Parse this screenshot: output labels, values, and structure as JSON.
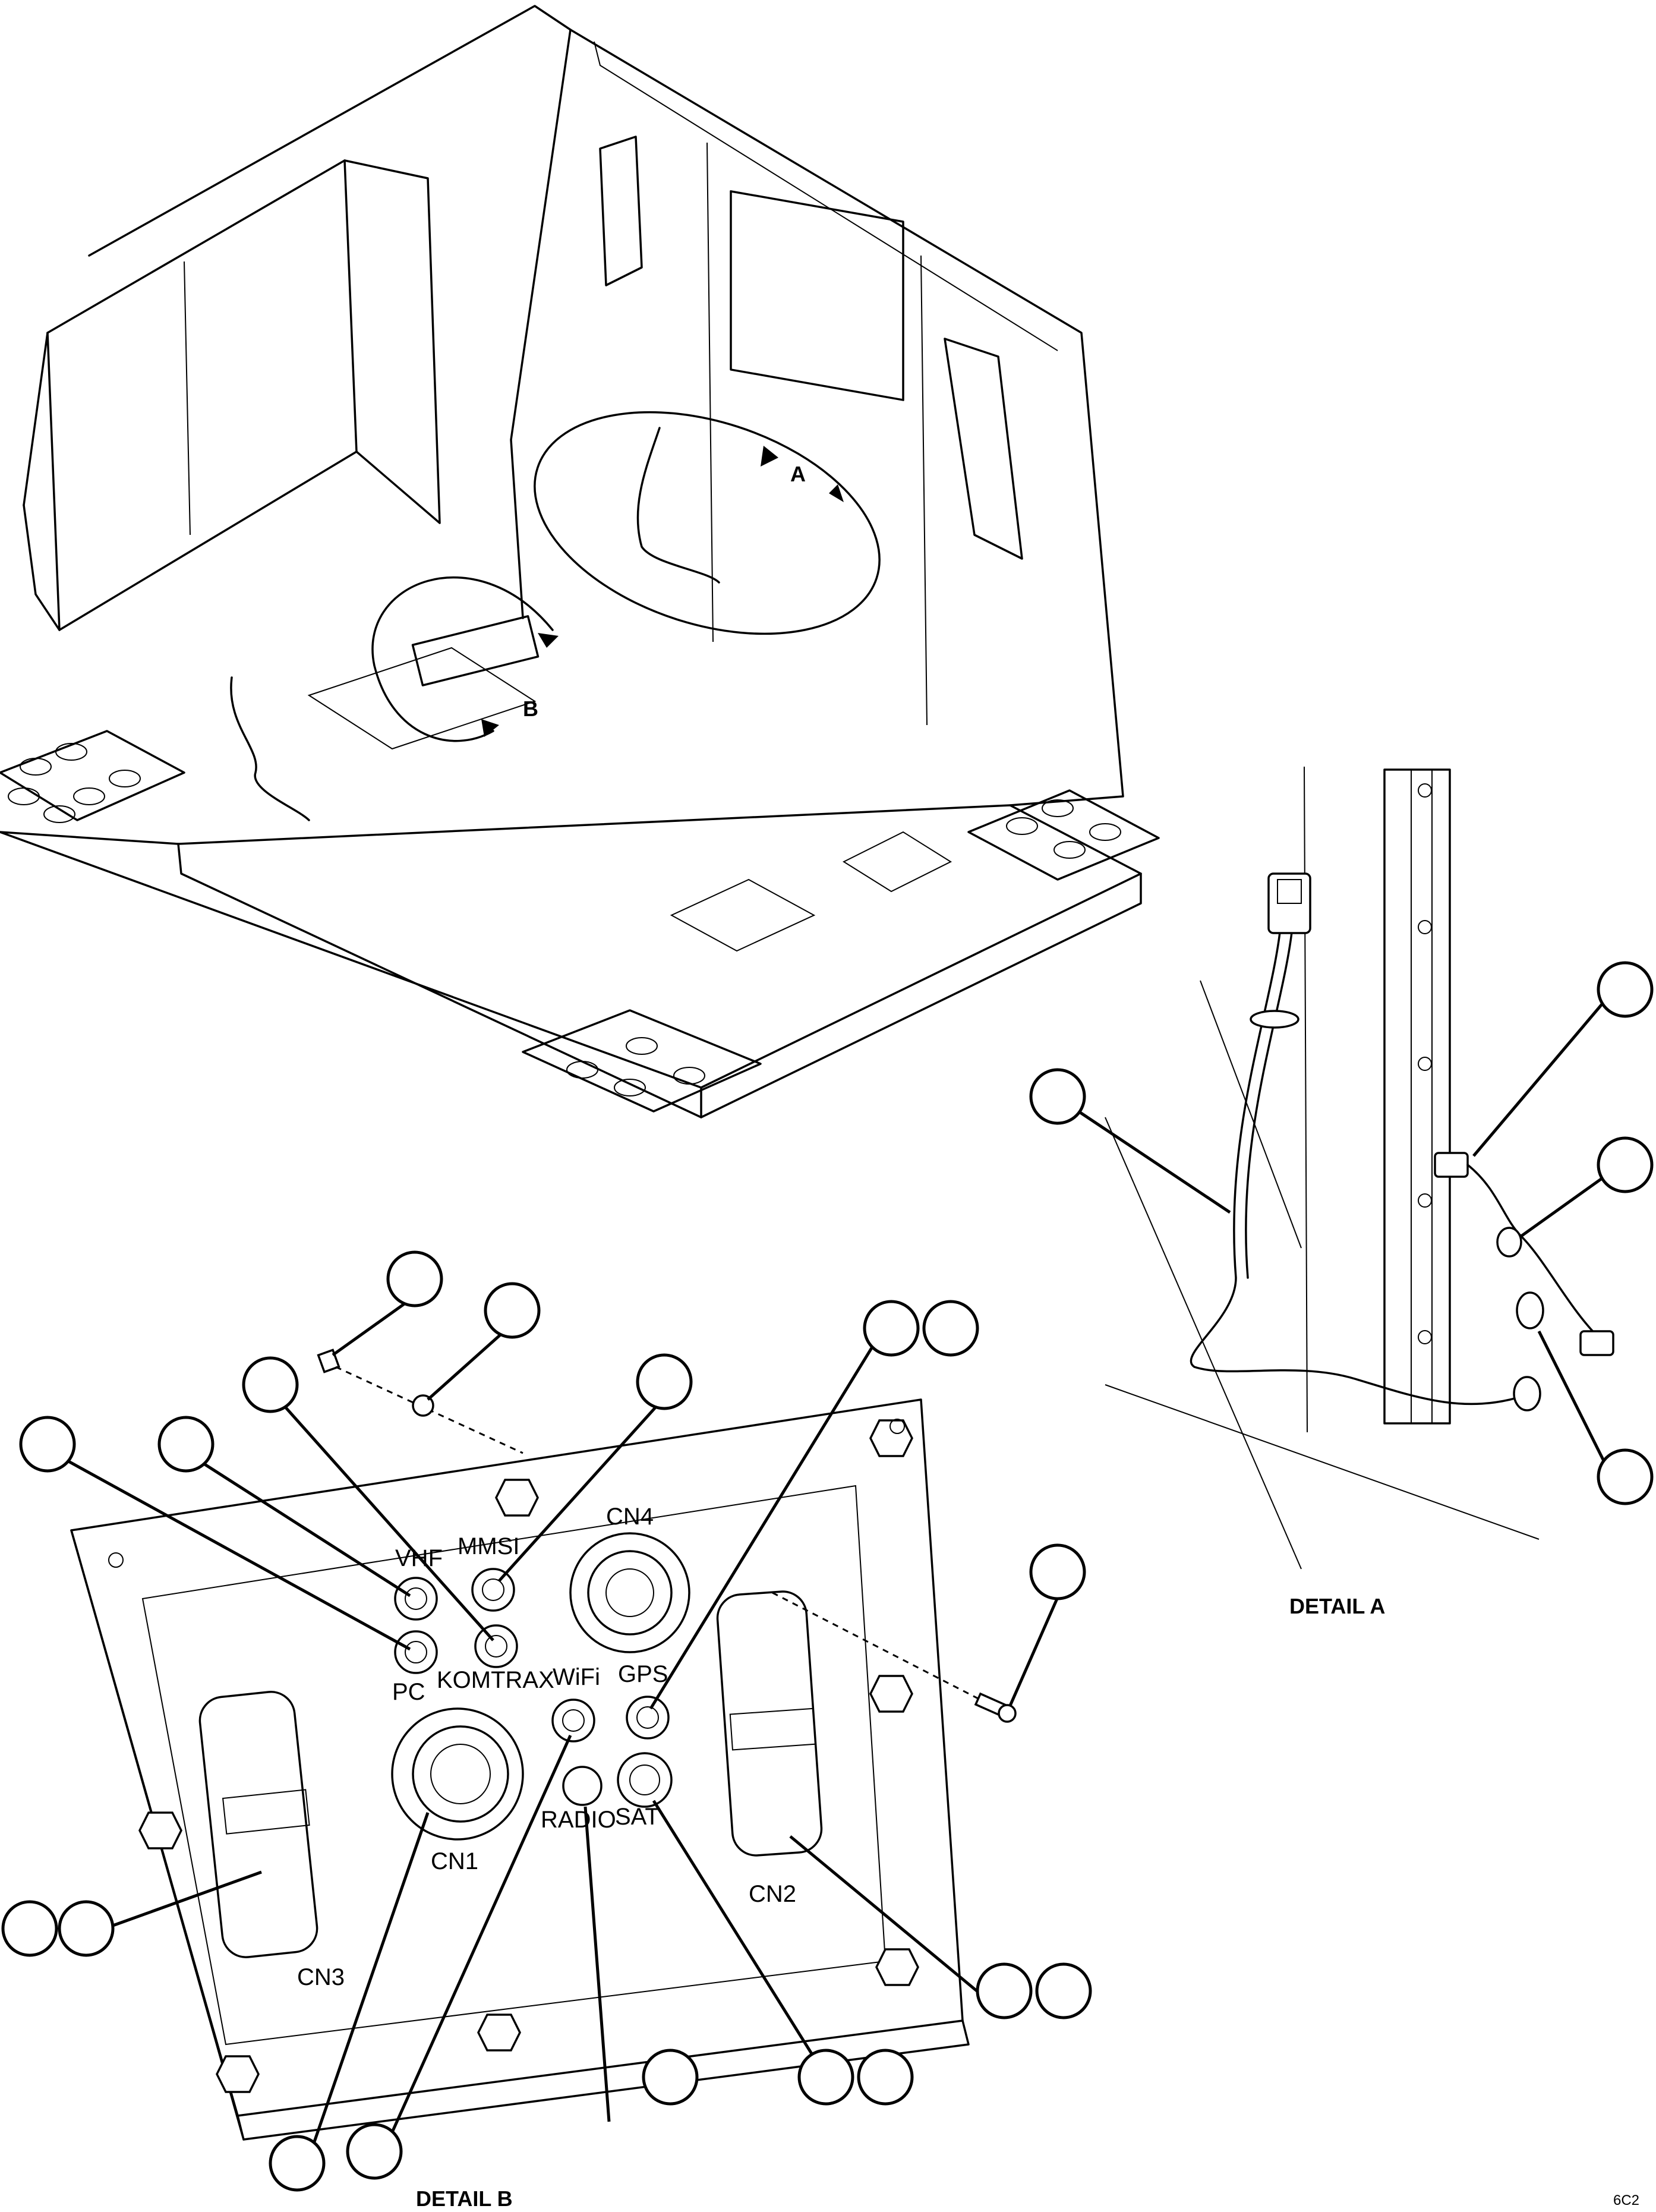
{
  "detail_labels": {
    "view_a": "A",
    "view_b": "B",
    "detail_a": "DETAIL A",
    "detail_b": "DETAIL B"
  },
  "connectors": {
    "vhf": "VHF",
    "mmsi": "MMSI",
    "cn4": "CN4",
    "pc": "PC",
    "komtrax": "KOMTRAX",
    "wifi": "WiFi",
    "gps": "GPS",
    "cn1": "CN1",
    "radio": "RADIO",
    "sat": "SAT",
    "cn2": "CN2",
    "cn3": "CN3"
  },
  "figure_ref": "6C2"
}
